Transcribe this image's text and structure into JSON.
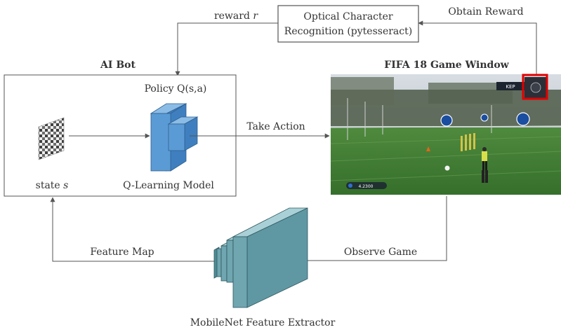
{
  "ocr_box": {
    "line1": "Optical Character",
    "line2": "Recognition (pytesseract)"
  },
  "labels": {
    "reward_prefix": "reward ",
    "reward_var": "r",
    "obtain_reward": "Obtain Reward",
    "take_action": "Take Action",
    "feature_map": "Feature Map",
    "observe_game": "Observe Game"
  },
  "ai_bot": {
    "title": "AI Bot",
    "policy": "Policy Q(s,a)",
    "state_prefix": "state ",
    "state_var": "s",
    "model_label": "Q-Learning Model"
  },
  "game_window": {
    "title": "FIFA 18 Game Window",
    "scoreboard_text": "KEP",
    "score_chip_text": "4.2300"
  },
  "extractor": {
    "label": "MobileNet Feature Extractor"
  },
  "colors": {
    "line": "#555555",
    "q_model_fill": "#5b9bd5",
    "q_model_stroke": "#2f5f8f",
    "extractor_fill": "#6fa6b0",
    "extractor_stroke": "#2e5860",
    "reward_highlight": "#e00000",
    "pitch_grass": "#3e7a33"
  }
}
